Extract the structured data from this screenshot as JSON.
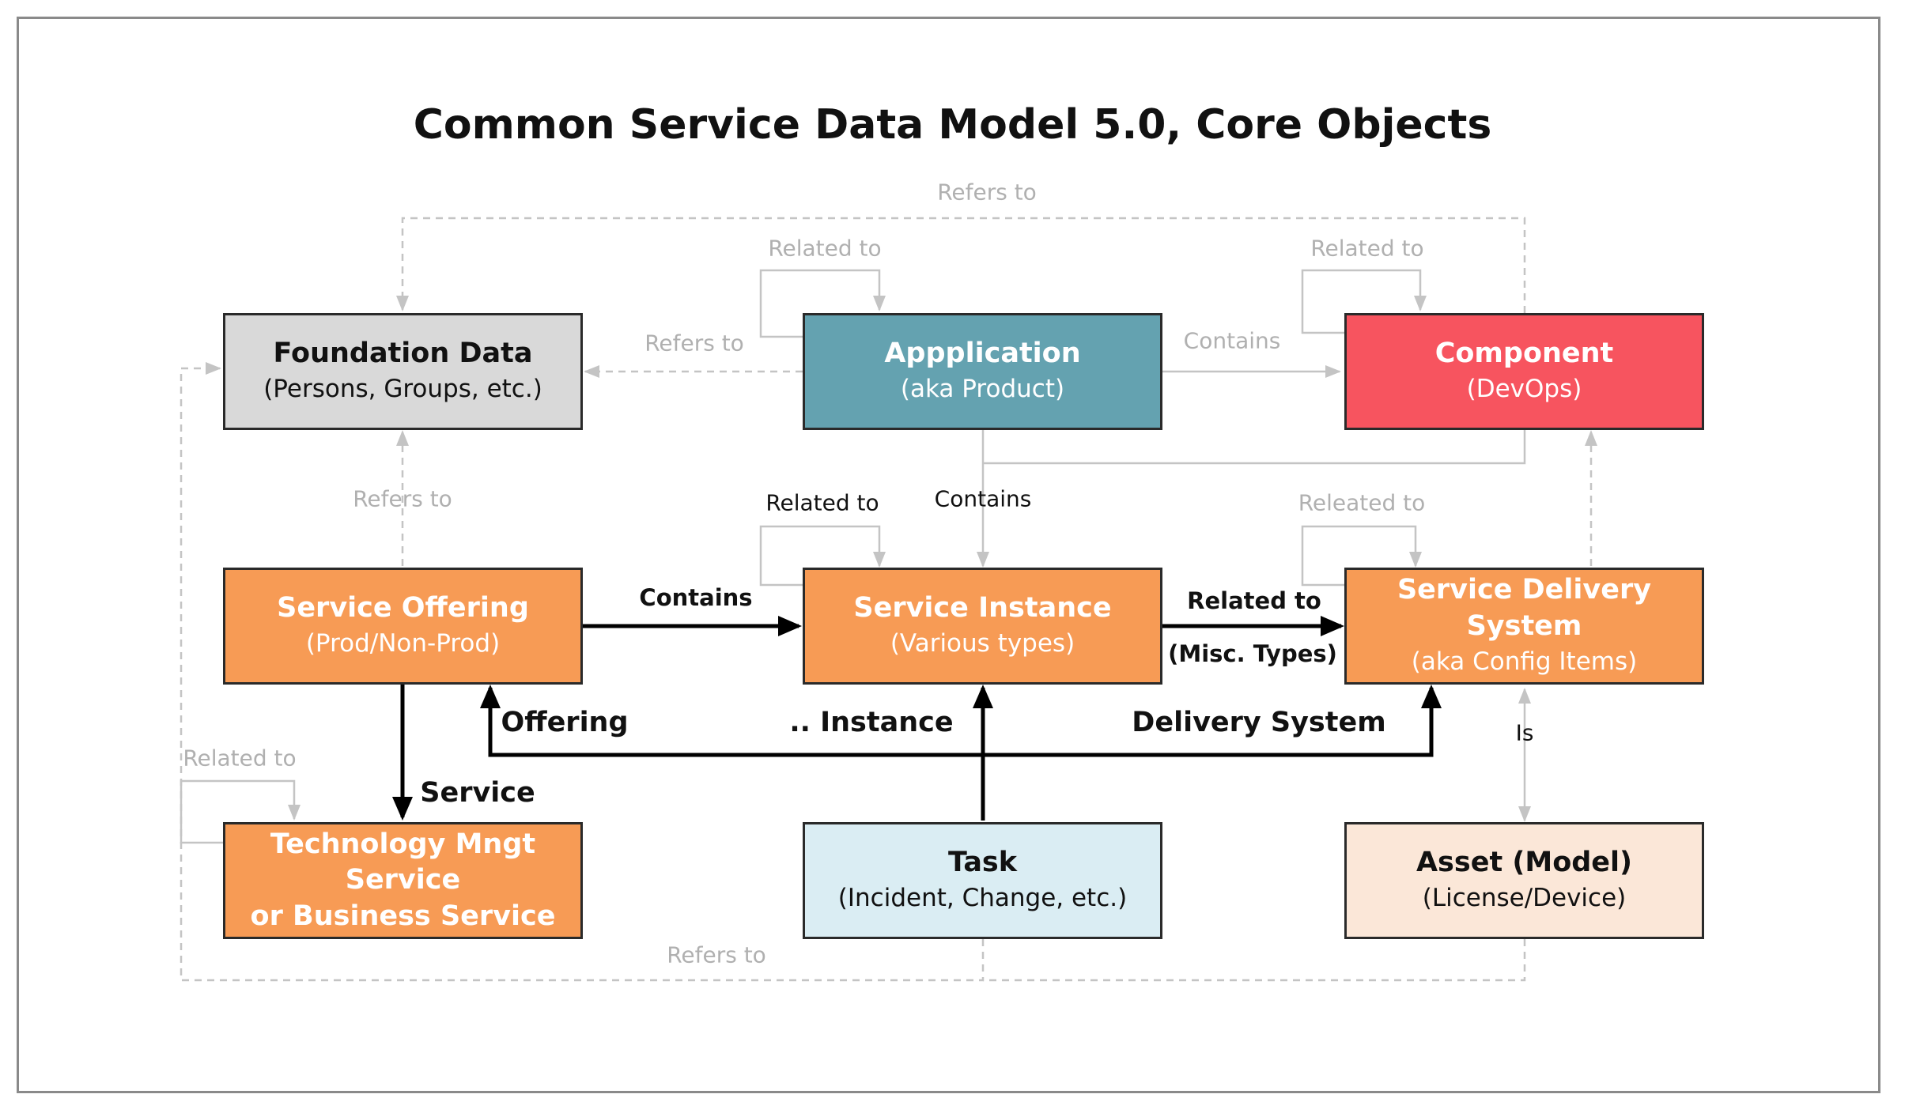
{
  "title": "Common Service Data Model 5.0, Core Objects",
  "nodes": {
    "foundation": {
      "title": "Foundation Data",
      "subtitle": "(Persons, Groups, etc.)",
      "fill": "#d9d9d9",
      "color": "#111111"
    },
    "application": {
      "title": "Appplication",
      "subtitle": "(aka Product)",
      "fill": "#64a2b0",
      "color": "#ffffff"
    },
    "component": {
      "title": "Component",
      "subtitle": "(DevOps)",
      "fill": "#f7545f",
      "color": "#ffffff"
    },
    "service_offering": {
      "title": "Service Offering",
      "subtitle": "(Prod/Non-Prod)",
      "fill": "#f79b55",
      "color": "#ffffff"
    },
    "service_instance": {
      "title": "Service Instance",
      "subtitle": "(Various types)",
      "fill": "#f79b55",
      "color": "#ffffff"
    },
    "service_delivery": {
      "title": "Service Delivery System",
      "subtitle": "(aka Config Items)",
      "fill": "#f79b55",
      "color": "#ffffff"
    },
    "technology_service": {
      "title": "Technology Mngt Service",
      "subtitle": "or Business Service",
      "fill": "#f79b55",
      "color": "#ffffff"
    },
    "task": {
      "title": "Task",
      "subtitle": "(Incident, Change, etc.)",
      "fill": "#daedf3",
      "color": "#111111"
    },
    "asset": {
      "title": "Asset (Model)",
      "subtitle": "(License/Device)",
      "fill": "#fbe7d8",
      "color": "#111111"
    }
  },
  "labels": {
    "refers_top": "Refers to",
    "app_related": "Related to",
    "comp_related": "Related to",
    "app_refers_foundation": "Refers to",
    "app_contains_comp": "Contains",
    "offering_refers": "Refers to",
    "instance_related": "Related to",
    "app_contains_instance": "Contains",
    "sds_releated": "Releated to",
    "offering_contains": "Contains",
    "instance_related_sds": "Related to",
    "misc_types": "(Misc. Types)",
    "offering_label": "Offering",
    "instance_label": ".. Instance",
    "delivery_label": "Delivery System",
    "is_label": "Is",
    "tech_related": "Related to",
    "service_label": "Service",
    "refers_bottom": "Refers to"
  },
  "colors": {
    "strong_line": "#000000",
    "dashed_line": "#c4c4c4",
    "light_line": "#c4c4c4",
    "gray_text": "#b0b0b0"
  }
}
